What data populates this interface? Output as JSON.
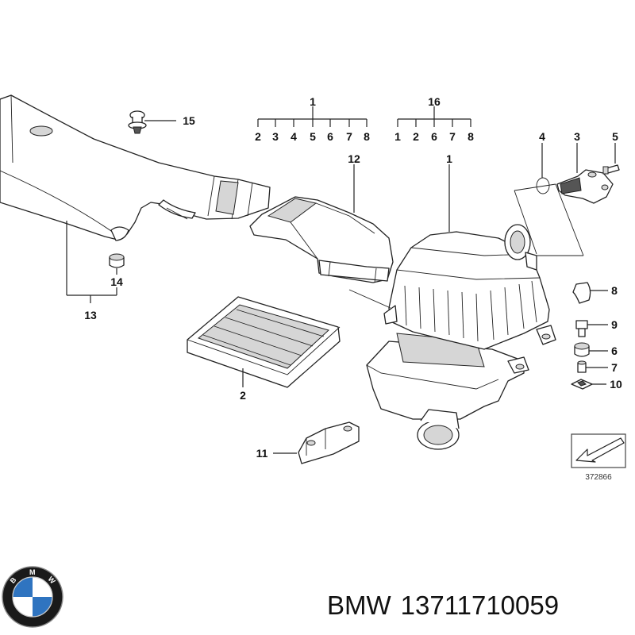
{
  "diagram": {
    "group_1_labels": [
      "1",
      "2",
      "3",
      "4",
      "5",
      "6",
      "7",
      "8"
    ],
    "group_16_labels": [
      "16",
      "1",
      "2",
      "6",
      "7",
      "8"
    ],
    "part_labels": {
      "air_cleaner_housing": "1",
      "air_filter": "2",
      "mass_air_flow_sensor": "3",
      "o_ring": "4",
      "screw": "5",
      "rubber_mount": "6",
      "bushing": "7",
      "clip": "8",
      "bolt": "9",
      "nut_clip": "10",
      "bracket": "11",
      "intake_duct": "12",
      "intake_snorkel": "13",
      "grommet": "14",
      "expanding_rivet": "15"
    },
    "reference_number": "372866"
  },
  "footer": {
    "brand": "BMW",
    "part_number": "13711710059",
    "logo_letters": [
      "B",
      "M",
      "W"
    ]
  },
  "colors": {
    "line": "#222222",
    "logo_blue": "#2f74c0",
    "logo_ring": "#1a1a1a"
  }
}
